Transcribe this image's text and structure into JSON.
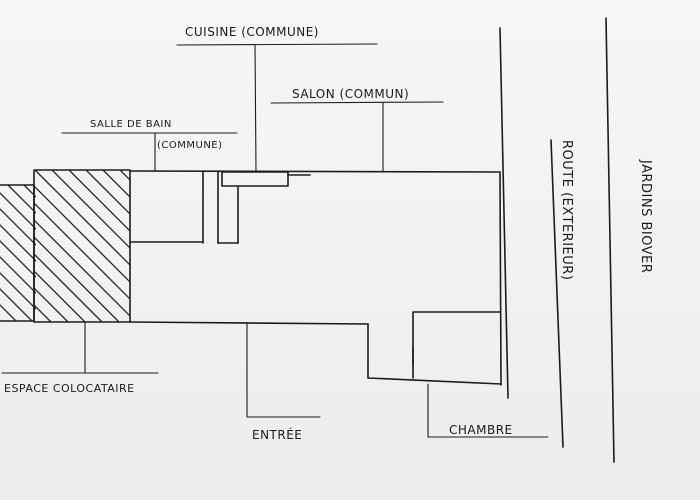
{
  "labels": {
    "cuisine": "CUISINE (COMMUNE)",
    "salon": "SALON (COMMUN)",
    "salle_de_bain": "SALLE DE BAIN",
    "salle_de_bain_sub": "(COMMUNE)",
    "espace": "ESPACE COLOCATAIRE",
    "entree": "ENTRÉE",
    "chambre": "CHAMBRE",
    "route": "ROUTE (EXTERIEUR)",
    "jardins": "JARDINS BIOVER"
  },
  "colors": {
    "ink": "#1c1c1c",
    "paper": "#f4f4f2"
  }
}
